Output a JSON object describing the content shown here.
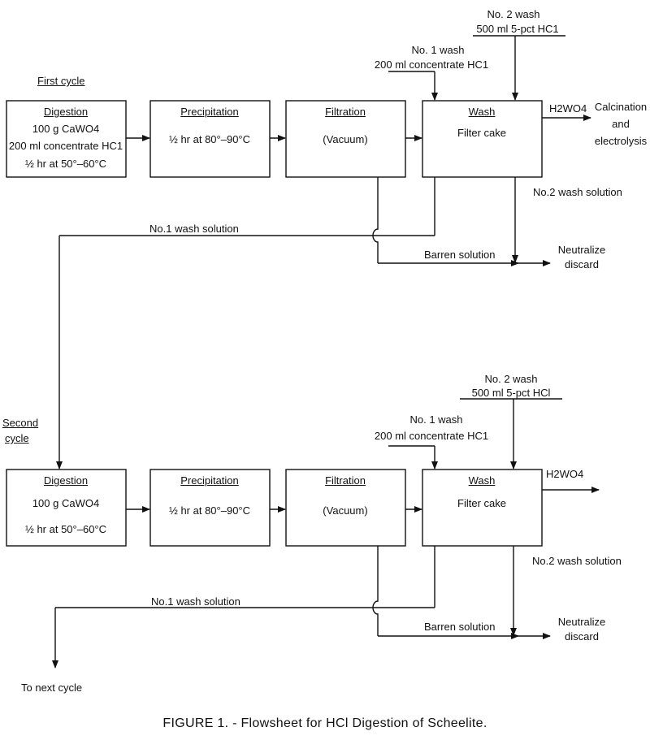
{
  "caption": "FIGURE 1. - Flowsheet for HCl Digestion of Scheelite.",
  "cycles": [
    {
      "label_lines": [
        "First cycle"
      ],
      "digestion": {
        "title": "Digestion",
        "lines": [
          "100 g CaWO4",
          "200 ml concentrate HC1",
          "½ hr at 50°–60°C"
        ]
      },
      "precipitation": {
        "title": "Precipitation",
        "lines": [
          "½ hr at 80°–90°C"
        ]
      },
      "filtration": {
        "title": "Filtration",
        "lines": [
          "(Vacuum)"
        ]
      },
      "wash": {
        "title": "Wash",
        "lines": [
          "Filter cake"
        ]
      },
      "wash1_label": "No. 1 wash",
      "wash1_detail": "200 ml concentrate HC1",
      "wash2_label": "No. 2 wash",
      "wash2_detail": "500 ml 5-pct HC1",
      "product": "H2WO4",
      "product_dest": [
        "Calcination",
        "and",
        "electrolysis"
      ],
      "wash2_solution": "No.2 wash solution",
      "wash1_solution": "No.1 wash solution",
      "barren": "Barren solution",
      "neutralize": [
        "Neutralize",
        "discard"
      ]
    },
    {
      "label_lines": [
        "Second",
        "cycle"
      ],
      "digestion": {
        "title": "Digestion",
        "lines": [
          "100 g CaWO4",
          "½ hr at 50°–60°C"
        ]
      },
      "precipitation": {
        "title": "Precipitation",
        "lines": [
          "½ hr at 80°–90°C"
        ]
      },
      "filtration": {
        "title": "Filtration",
        "lines": [
          "(Vacuum)"
        ]
      },
      "wash": {
        "title": "Wash",
        "lines": [
          "Filter cake"
        ]
      },
      "wash1_label": "No. 1 wash",
      "wash1_detail": "200 ml concentrate HC1",
      "wash2_label": "No. 2 wash",
      "wash2_detail": "500 ml 5-pct HCl",
      "product": "H2WO4",
      "wash2_solution": "No.2 wash solution",
      "wash1_solution": "No.1 wash solution",
      "barren": "Barren solution",
      "neutralize": [
        "Neutralize",
        "discard"
      ],
      "next": "To next cycle"
    }
  ]
}
